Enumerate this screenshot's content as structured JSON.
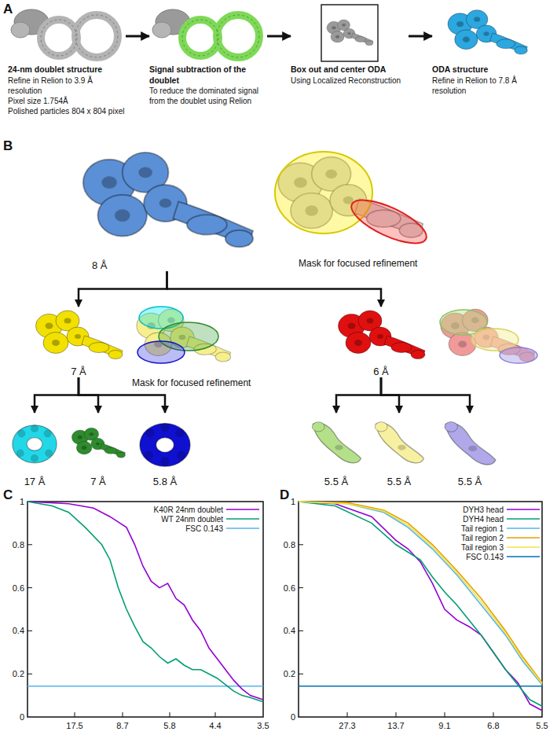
{
  "diagram": {
    "nodes": [
      {
        "text": [
          "24-nm doublet structure",
          "Refine in Relion to 3.9 Å resolution",
          "Pixel size 1.754Å",
          "Polished particles 804 x 804 pixel"
        ]
      },
      {
        "text": [
          "Signal subtraction of the doublet",
          "To reduce the dominated signal from the doublet using Relion"
        ]
      },
      {
        "text": [
          "Box out and center ODA",
          "Using Localized Reconstruction"
        ]
      },
      {
        "text": [
          "ODA structure",
          "Refine in Relion to 7.8 Å resolution"
        ]
      },
      {
        "text": [
          "8 Å"
        ]
      },
      {
        "text": [
          "7 Å"
        ]
      },
      {
        "text": [
          "6 Å"
        ]
      },
      {
        "text": [
          "17 Å"
        ]
      },
      {
        "text": [
          "7 Å"
        ]
      },
      {
        "text": [
          "5.8 Å"
        ]
      },
      {
        "text": [
          "5.5 Å"
        ]
      },
      {
        "text": [
          "5.5 Å"
        ]
      },
      {
        "text": [
          "5.5 Å"
        ]
      }
    ],
    "edges": [
      {
        "from": 0,
        "to": 1,
        "arrow": "to"
      },
      {
        "from": 1,
        "to": 2,
        "arrow": "to"
      },
      {
        "from": 2,
        "to": 3,
        "arrow": "to"
      },
      {
        "from": 4,
        "to": 5,
        "arrow": "to"
      },
      {
        "from": 4,
        "to": 6,
        "arrow": "to"
      },
      {
        "from": 5,
        "to": 7,
        "arrow": "to"
      },
      {
        "from": 5,
        "to": 8,
        "arrow": "to"
      },
      {
        "from": 5,
        "to": 9,
        "arrow": "to"
      },
      {
        "from": 6,
        "to": 10,
        "arrow": "to"
      },
      {
        "from": 6,
        "to": 11,
        "arrow": "to"
      },
      {
        "from": 6,
        "to": 12,
        "arrow": "to"
      }
    ],
    "labels": [
      "A",
      "B",
      "Mask for focused refinement",
      "Mask for focused refinement",
      "C",
      "1",
      "0.8",
      "0.6",
      "0.4",
      "0.2",
      "0",
      "17.5",
      "8.7",
      "5.8",
      "4.4",
      "3.5",
      "D",
      "1",
      "0.8",
      "0.6",
      "0.4",
      "0.2",
      "0",
      "27.3",
      "13.7",
      "9.1",
      "6.8",
      "5.5"
    ],
    "legend": [
      {
        "text": "K40R 24nm doublet"
      },
      {
        "text": "WT 24nm doublet"
      },
      {
        "text": "FSC 0.143"
      },
      {
        "text": "DYH3 head"
      },
      {
        "text": "DYH4 head"
      },
      {
        "text": "Tail region 1"
      },
      {
        "text": "Tail region 2"
      },
      {
        "text": "Tail region 3"
      },
      {
        "text": "FSC 0.143"
      }
    ]
  }
}
